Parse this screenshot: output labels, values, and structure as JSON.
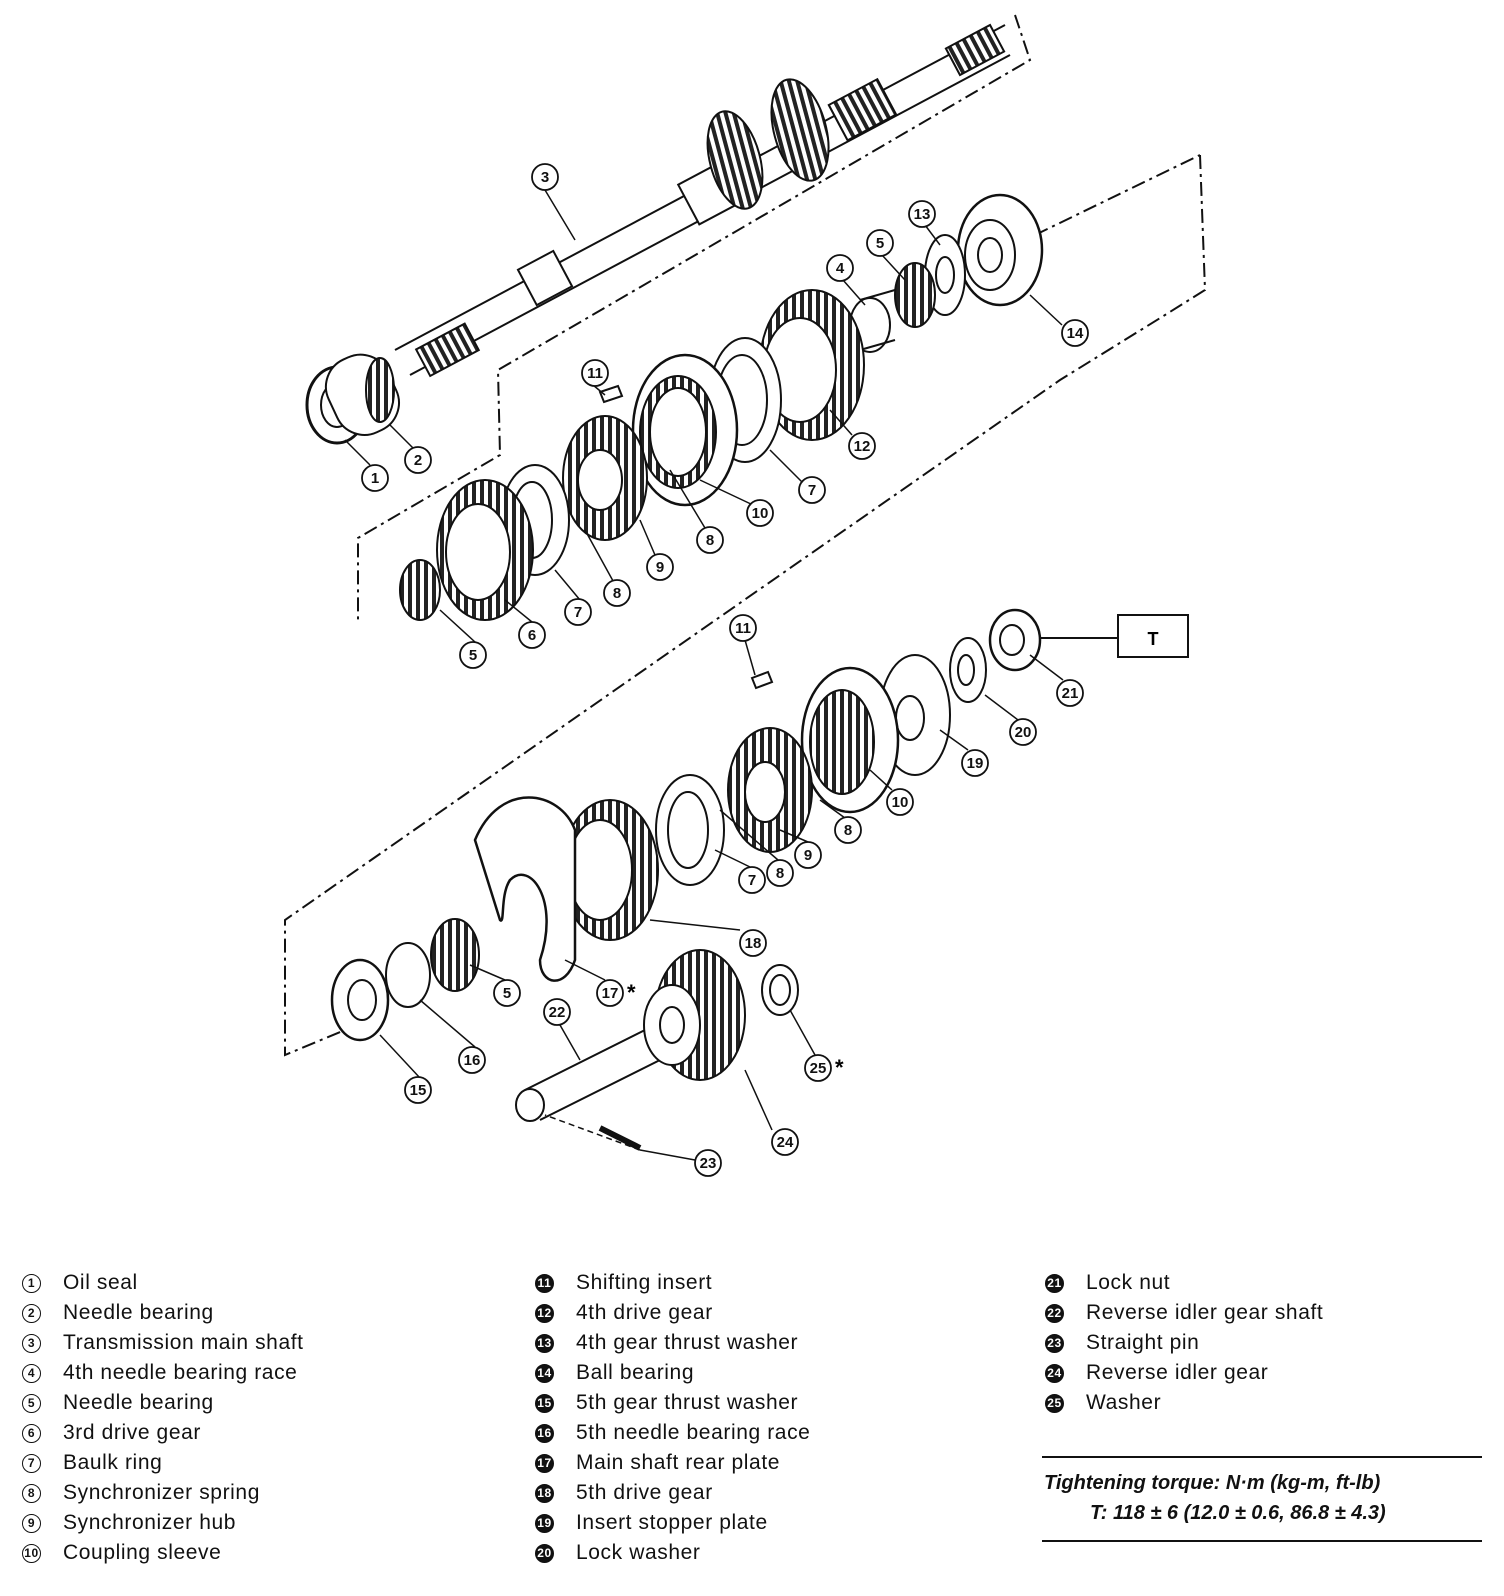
{
  "diagram": {
    "torque_marker": "T",
    "asterisk": "*",
    "callouts": [
      {
        "id": "c3",
        "num": "3"
      },
      {
        "id": "c1",
        "num": "1"
      },
      {
        "id": "c2",
        "num": "2"
      },
      {
        "id": "c4",
        "num": "4"
      },
      {
        "id": "c5a",
        "num": "5"
      },
      {
        "id": "c13",
        "num": "13"
      },
      {
        "id": "c14",
        "num": "14"
      },
      {
        "id": "c11a",
        "num": "11"
      },
      {
        "id": "c12",
        "num": "12"
      },
      {
        "id": "c7a",
        "num": "7"
      },
      {
        "id": "c10a",
        "num": "10"
      },
      {
        "id": "c8a",
        "num": "8"
      },
      {
        "id": "c9a",
        "num": "9"
      },
      {
        "id": "c8b",
        "num": "8"
      },
      {
        "id": "c7b",
        "num": "7"
      },
      {
        "id": "c6",
        "num": "6"
      },
      {
        "id": "c5b",
        "num": "5"
      },
      {
        "id": "c11b",
        "num": "11"
      },
      {
        "id": "c21",
        "num": "21"
      },
      {
        "id": "c20",
        "num": "20"
      },
      {
        "id": "c19",
        "num": "19"
      },
      {
        "id": "c10b",
        "num": "10"
      },
      {
        "id": "c8c",
        "num": "8"
      },
      {
        "id": "c9b",
        "num": "9"
      },
      {
        "id": "c7c",
        "num": "7"
      },
      {
        "id": "c8d",
        "num": "8"
      },
      {
        "id": "c18",
        "num": "18"
      },
      {
        "id": "c17",
        "num": "17"
      },
      {
        "id": "c5c",
        "num": "5"
      },
      {
        "id": "c16",
        "num": "16"
      },
      {
        "id": "c15",
        "num": "15"
      },
      {
        "id": "c22",
        "num": "22"
      },
      {
        "id": "c24",
        "num": "24"
      },
      {
        "id": "c25",
        "num": "25"
      },
      {
        "id": "c23",
        "num": "23"
      }
    ]
  },
  "legend": {
    "col1": [
      {
        "num": "1",
        "label": "Oil seal"
      },
      {
        "num": "2",
        "label": "Needle bearing"
      },
      {
        "num": "3",
        "label": "Transmission main shaft"
      },
      {
        "num": "4",
        "label": "4th needle bearing race"
      },
      {
        "num": "5",
        "label": "Needle bearing"
      },
      {
        "num": "6",
        "label": "3rd drive gear"
      },
      {
        "num": "7",
        "label": "Baulk ring"
      },
      {
        "num": "8",
        "label": "Synchronizer spring"
      },
      {
        "num": "9",
        "label": "Synchronizer hub"
      },
      {
        "num": "10",
        "label": "Coupling sleeve"
      }
    ],
    "col2": [
      {
        "num": "11",
        "label": "Shifting insert"
      },
      {
        "num": "12",
        "label": "4th drive gear"
      },
      {
        "num": "13",
        "label": "4th gear thrust washer"
      },
      {
        "num": "14",
        "label": "Ball bearing"
      },
      {
        "num": "15",
        "label": "5th gear thrust washer"
      },
      {
        "num": "16",
        "label": "5th needle bearing race"
      },
      {
        "num": "17",
        "label": "Main shaft rear plate"
      },
      {
        "num": "18",
        "label": "5th drive gear"
      },
      {
        "num": "19",
        "label": "Insert stopper plate"
      },
      {
        "num": "20",
        "label": "Lock washer"
      }
    ],
    "col3": [
      {
        "num": "21",
        "label": "Lock nut"
      },
      {
        "num": "22",
        "label": "Reverse idler gear shaft"
      },
      {
        "num": "23",
        "label": "Straight pin"
      },
      {
        "num": "24",
        "label": "Reverse idler gear"
      },
      {
        "num": "25",
        "label": "Washer"
      }
    ]
  },
  "torque": {
    "title": "Tightening torque: N·m (kg-m, ft-lb)",
    "value": "T: 118 ± 6 (12.0 ± 0.6, 86.8 ± 4.3)"
  }
}
